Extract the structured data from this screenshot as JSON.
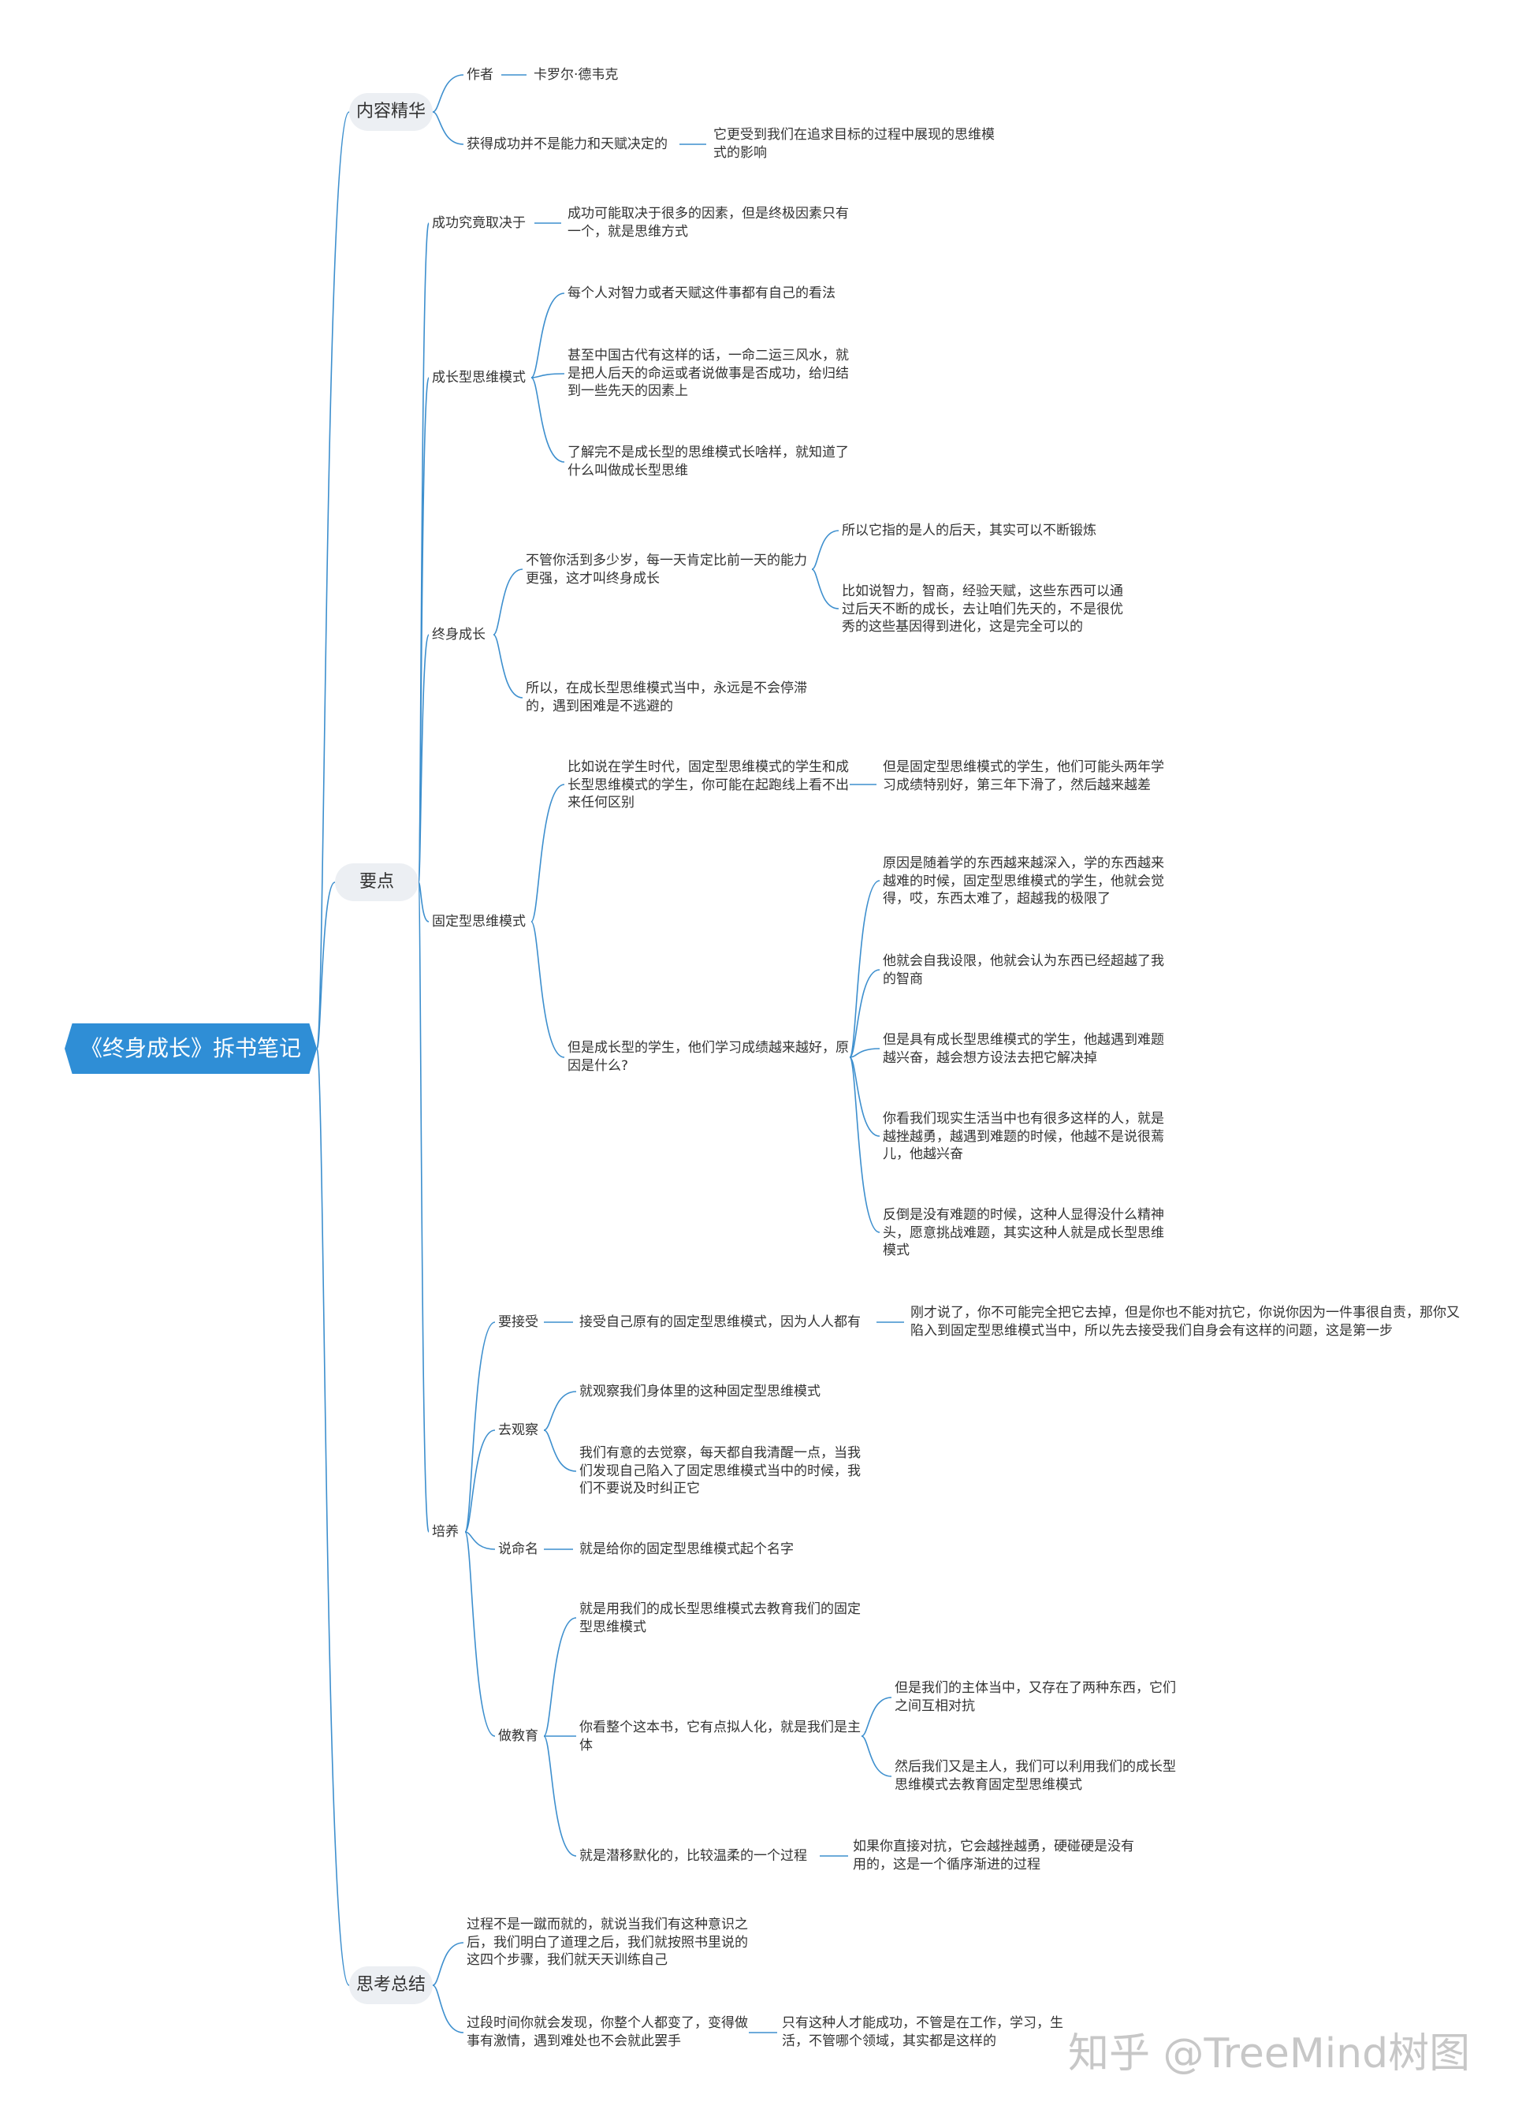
{
  "colors": {
    "line": "#3d8fce",
    "root_bg": "#2f8ed6",
    "root_text": "#ffffff",
    "branch_bg": "#eceff3",
    "text": "#333333",
    "watermark": "#c7c7c7"
  },
  "root": "《终身成长》拆书笔记",
  "branches": {
    "content": {
      "label": "内容精华",
      "author_label": "作者",
      "author_name": "卡罗尔·德韦克",
      "success_label": "获得成功并不是能力和天赋决定的",
      "success_detail": "它更受到我们在追求目标的过程中展现的思维模式的影响"
    },
    "points": {
      "label": "要点",
      "decide": {
        "label": "成功究竟取决于",
        "detail": "成功可能取决于很多的因素，但是终极因素只有一个，就是思维方式"
      },
      "growth": {
        "label": "成长型思维模式",
        "items": [
          "每个人对智力或者天赋这件事都有自己的看法",
          "甚至中国古代有这样的话，一命二运三风水，就是把人后天的命运或者说做事是否成功，给归结到一些先天的因素上",
          "了解完不是成长型的思维模式长啥样，就知道了什么叫做成长型思维"
        ]
      },
      "lifelong": {
        "label": "终身成长",
        "main": "不管你活到多少岁，每一天肯定比前一天的能力更强，这才叫终身成长",
        "subs": [
          "所以它指的是人的后天，其实可以不断锻炼",
          "比如说智力，智商，经验天赋，这些东西可以通过后天不断的成长，去让咱们先天的，不是很优秀的这些基因得到进化，这是完全可以的"
        ],
        "conclusion": "所以，在成长型思维模式当中，永远是不会停滞的，遇到困难是不逃避的"
      },
      "fixed": {
        "label": "固定型思维模式",
        "example": "比如说在学生时代，固定型思维模式的学生和成长型思维模式的学生，你可能在起跑线上看不出来任何区别",
        "example_detail": "但是固定型思维模式的学生，他们可能头两年学习成绩特别好，第三年下滑了，然后越来越差",
        "question": "但是成长型的学生，他们学习成绩越来越好，原因是什么?",
        "answers": [
          "原因是随着学的东西越来越深入，学的东西越来越难的时候，固定型思维模式的学生，他就会觉得，哎，东西太难了，超越我的极限了",
          "他就会自我设限，他就会认为东西已经超越了我的智商",
          "但是具有成长型思维模式的学生，他越遇到难题越兴奋，越会想方设法去把它解决掉",
          "你看我们现实生活当中也有很多这样的人，就是越挫越勇，越遇到难题的时候，他越不是说很蔫儿，他越兴奋",
          "反倒是没有难题的时候，这种人显得没什么精神头，愿意挑战难题，其实这种人就是成长型思维模式"
        ]
      },
      "cultivate": {
        "label": "培养",
        "accept": {
          "label": "要接受",
          "main": "接受自己原有的固定型思维模式，因为人人都有",
          "detail": "刚才说了，你不可能完全把它去掉，但是你也不能对抗它，你说你因为一件事很自责，那你又陷入到固定型思维模式当中，所以先去接受我们自身会有这样的问题，这是第一步"
        },
        "observe": {
          "label": "去观察",
          "items": [
            "就观察我们身体里的这种固定型思维模式",
            "我们有意的去觉察，每天都自我清醒一点，当我们发现自己陷入了固定思维模式当中的时候，我们不要说及时纠正它"
          ]
        },
        "name": {
          "label": "说命名",
          "main": "就是给你的固定型思维模式起个名字"
        },
        "educate": {
          "label": "做教育",
          "a": "就是用我们的成长型思维模式去教育我们的固定型思维模式",
          "b": "你看整个这本书，它有点拟人化，就是我们是主体",
          "b_subs": [
            "但是我们的主体当中，又存在了两种东西，它们之间互相对抗",
            "然后我们又是主人，我们可以利用我们的成长型思维模式去教育固定型思维模式"
          ],
          "c": "就是潜移默化的，比较温柔的一个过程",
          "c_detail": "如果你直接对抗，它会越挫越勇，硬碰硬是没有用的，这是一个循序渐进的过程"
        }
      }
    },
    "summary": {
      "label": "思考总结",
      "a": "过程不是一蹴而就的，就说当我们有这种意识之后，我们明白了道理之后，我们就按照书里说的这四个步骤，我们就天天训练自己",
      "b": "过段时间你就会发现，你整个人都变了，变得做事有激情，遇到难处也不会就此罢手",
      "b_detail": "只有这种人才能成功，不管是在工作，学习，生活，不管哪个领域，其实都是这样的"
    }
  },
  "watermark": "知乎 @TreeMind树图"
}
